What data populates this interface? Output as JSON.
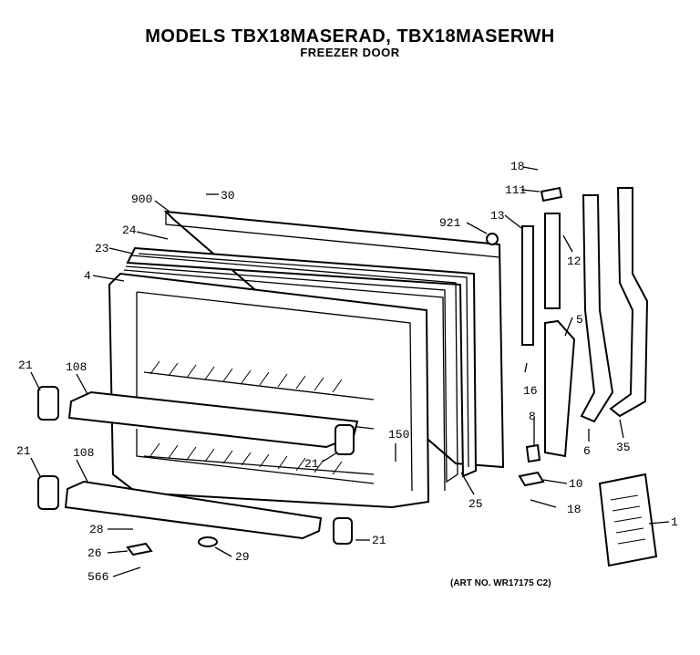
{
  "header": {
    "title": "MODELS TBX18MASERAD, TBX18MASERWH",
    "subtitle": "FREEZER DOOR"
  },
  "footer": {
    "art_number": "(ART NO. WR17175 C2)"
  },
  "callouts": {
    "c900": "900",
    "c30": "30",
    "c24": "24",
    "c23": "23",
    "c4": "4",
    "c921": "921",
    "c13": "13",
    "c12": "12",
    "c18a": "18",
    "c111": "111",
    "c5": "5",
    "c16": "16",
    "c8": "8",
    "c10": "10",
    "c18b": "18",
    "c6": "6",
    "c35": "35",
    "c1": "1",
    "c25": "25",
    "c150": "150",
    "c21a": "21",
    "c21b": "21",
    "c21c": "21",
    "c21d": "21",
    "c108a": "108",
    "c108b": "108",
    "c28": "28",
    "c26": "26",
    "c566": "566",
    "c29": "29"
  }
}
